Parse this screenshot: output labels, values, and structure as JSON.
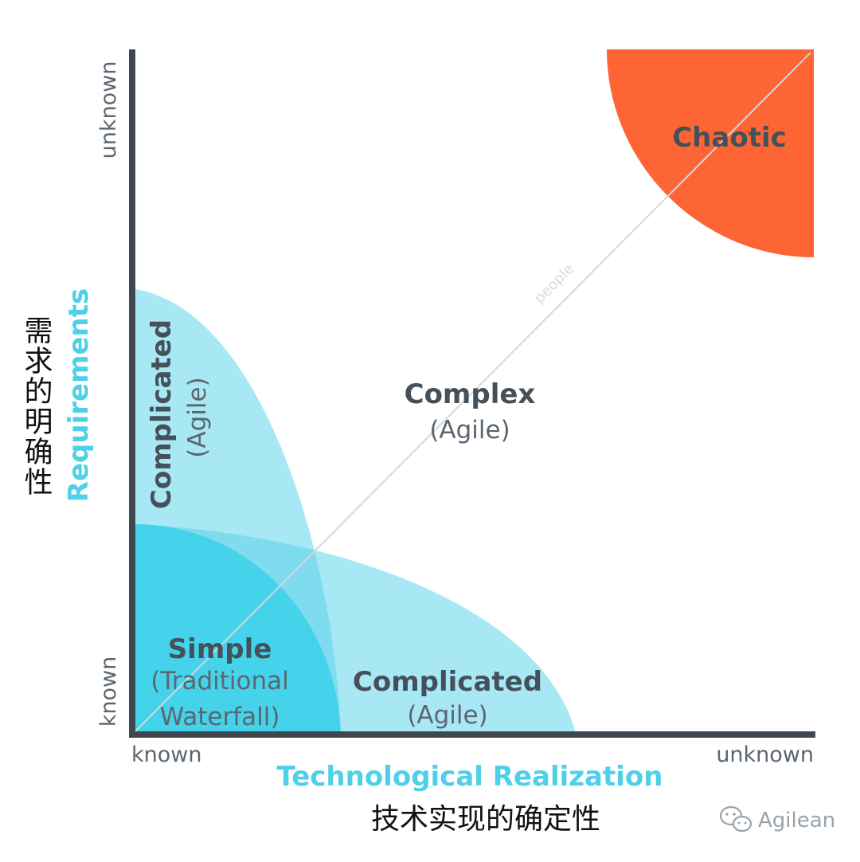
{
  "axes": {
    "y_title": "Requirements",
    "y_title_cn": "需求的明确性",
    "y_low": "known",
    "y_high": "unknown",
    "x_title": "Technological Realization",
    "x_title_cn": "技术实现的确定性",
    "x_low": "known",
    "x_high": "unknown",
    "diagonal_label": "people"
  },
  "regions": {
    "simple": {
      "title": "Simple",
      "sub1": "(Traditional",
      "sub2": "Waterfall)"
    },
    "complicated_tech": {
      "title": "Complicated",
      "sub": "(Agile)"
    },
    "complicated_req": {
      "title": "Complicated",
      "sub": "(Agile)"
    },
    "complex": {
      "title": "Complex",
      "sub": "(Agile)"
    },
    "chaotic": {
      "title": "Chaotic"
    }
  },
  "watermark": {
    "brand": "Agilean",
    "icon": "wechat-icon"
  },
  "colors": {
    "axis": "#3f4850",
    "light_cyan": "#a8e8f5",
    "overlap_cyan": "#7fdcef",
    "dark_cyan": "#44d3ea",
    "chaotic": "#fd6535",
    "title_cyan": "#4dd0e8"
  }
}
